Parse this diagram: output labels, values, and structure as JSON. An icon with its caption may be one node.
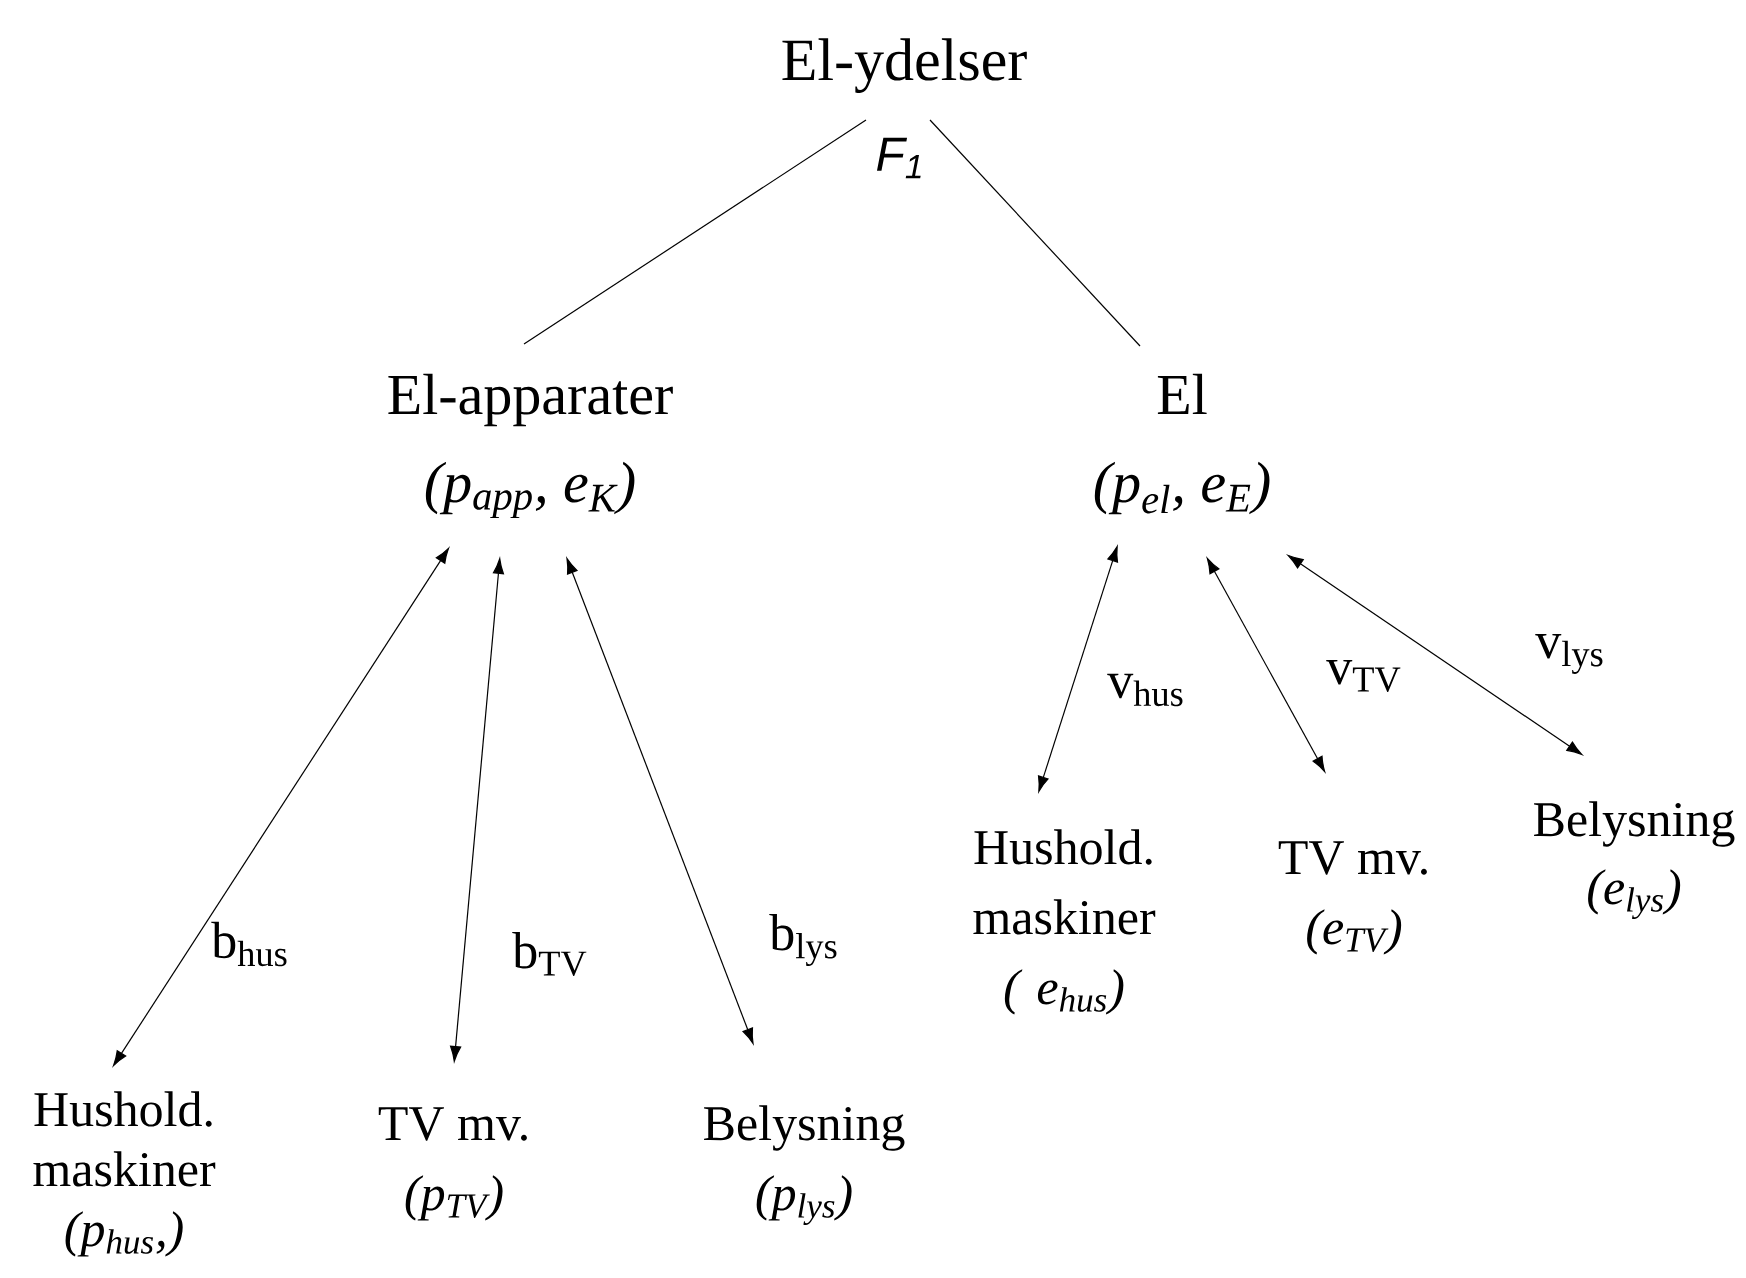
{
  "diagram": {
    "nodes": [
      {
        "text": [
          "El-ydelser"
        ]
      },
      {
        "text": [
          "El-apparater",
          "(p$_{app}$, e$_{K}$)"
        ]
      },
      {
        "text": [
          "El",
          "(p$_{el}$, e$_{E}$)"
        ]
      },
      {
        "text": [
          "Hushold. maskiner",
          "(p$_{hus}$,)"
        ]
      },
      {
        "text": [
          "TV mv.",
          "(p$_{TV}$)"
        ]
      },
      {
        "text": [
          "Belysning",
          "(p$_{lys}$)"
        ]
      },
      {
        "text": [
          "Hushold. maskiner",
          "( e$_{hus}$)"
        ]
      },
      {
        "text": [
          "TV mv.",
          "(e$_{TV}$)"
        ]
      },
      {
        "text": [
          "Belysning",
          "(e$_{lys}$)"
        ]
      }
    ],
    "edges": [
      {
        "from": 0,
        "to": 1,
        "arrow": "none"
      },
      {
        "from": 0,
        "to": 2,
        "arrow": "none"
      },
      {
        "from": 1,
        "to": 3,
        "arrow": "both",
        "label": "b$_{hus}$"
      },
      {
        "from": 1,
        "to": 4,
        "arrow": "both",
        "label": "b$_{TV}$"
      },
      {
        "from": 1,
        "to": 5,
        "arrow": "both",
        "label": "b$_{lys}$"
      },
      {
        "from": 2,
        "to": 6,
        "arrow": "both",
        "label": "v$_{hus}$"
      },
      {
        "from": 2,
        "to": 7,
        "arrow": "both",
        "label": "v$_{TV}$"
      },
      {
        "from": 2,
        "to": 8,
        "arrow": "both",
        "label": "v$_{lys}$"
      }
    ],
    "labels": [
      "F$_{1}$"
    ]
  }
}
